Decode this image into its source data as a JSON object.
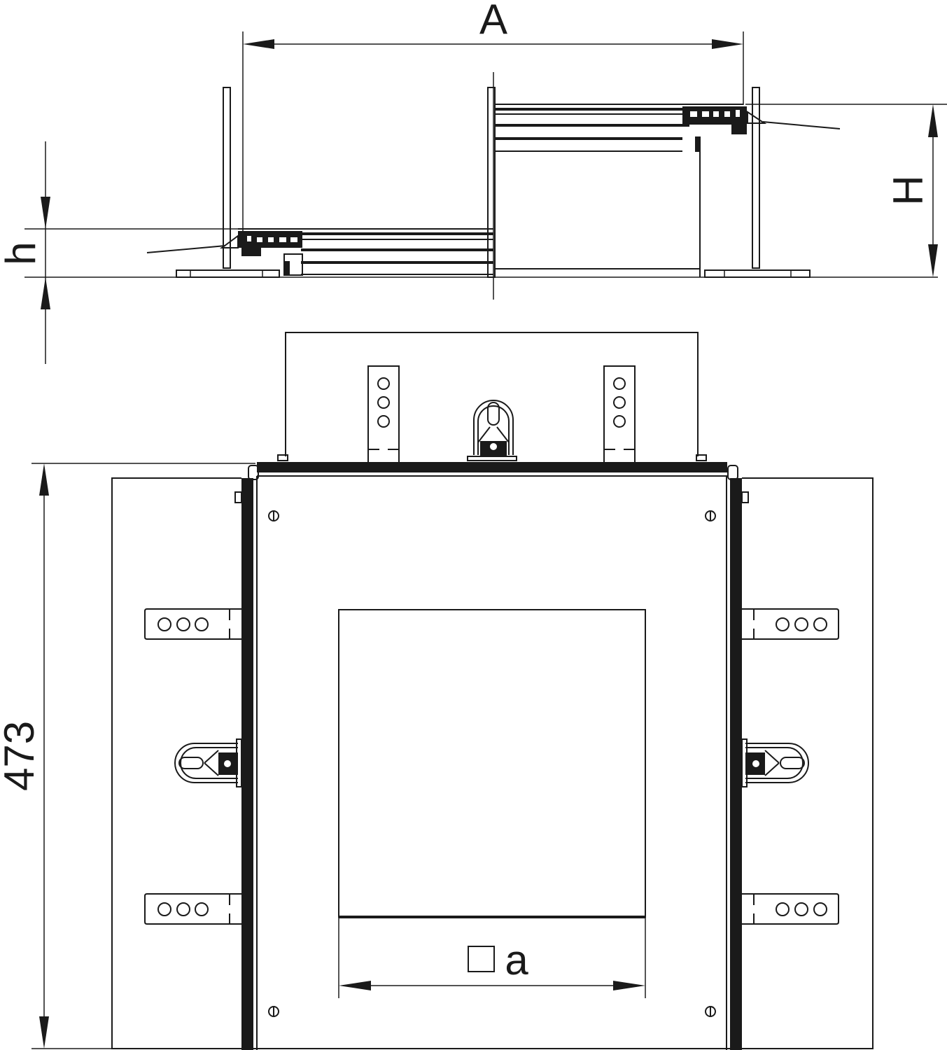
{
  "diagram": {
    "type": "technical-drawing",
    "subject": "floor box with cover plate and mounting brackets",
    "views": [
      "side-elevation",
      "top-view"
    ],
    "colors": {
      "line": "#1a1a1a",
      "background": "#ffffff"
    }
  },
  "dimensions": {
    "width_label": "A",
    "height_label": "H",
    "screed_label": "h",
    "depth_value": "473",
    "opening_symbol": "□",
    "opening_label": "a"
  }
}
